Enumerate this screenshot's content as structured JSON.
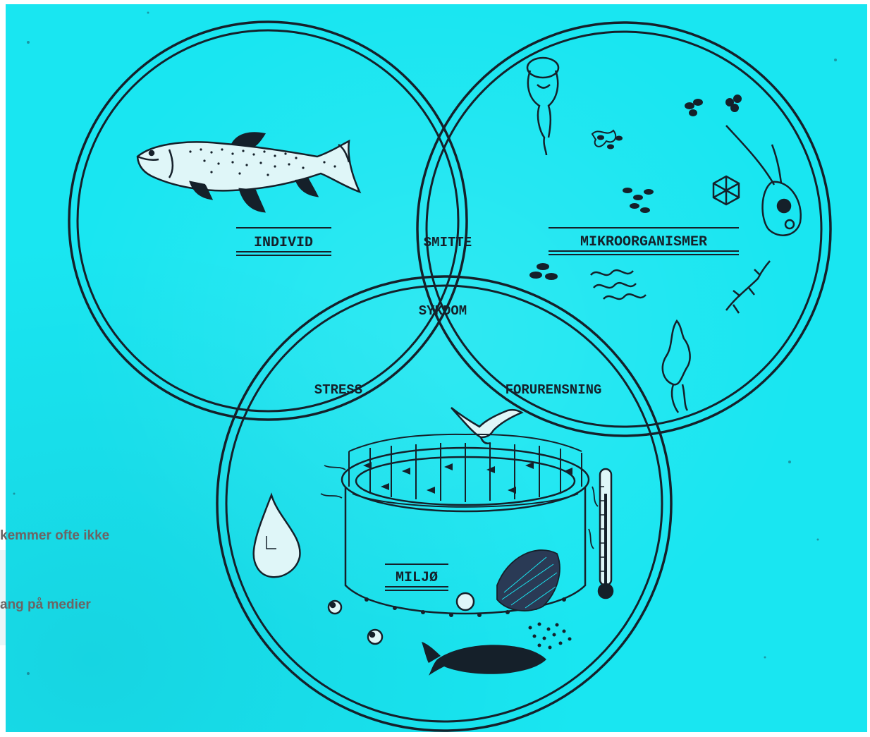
{
  "colors": {
    "background": "#19e6f1",
    "ink": "#15202a",
    "side_text": "#6c6464"
  },
  "diagram": {
    "labels": {
      "individ": "INDIVID",
      "mikroorganismer": "MIKROORGANISMER",
      "miljo": "MILJØ",
      "smitte": "SMITTE",
      "sykdom": "SYKDOM",
      "stress": "STRESS",
      "forurensning": "FORURENSNING"
    },
    "icons": [
      "salmon-icon",
      "rotifer-icon",
      "bacteria-icon",
      "virus-icon",
      "protozoa-icon",
      "seagull-icon",
      "fish-cage-icon",
      "water-drop-icon",
      "thermometer-icon",
      "fish-silhouette-icon"
    ]
  },
  "side_text": {
    "line1": "kemmer ofte ikke",
    "line2": "ang på medier"
  }
}
